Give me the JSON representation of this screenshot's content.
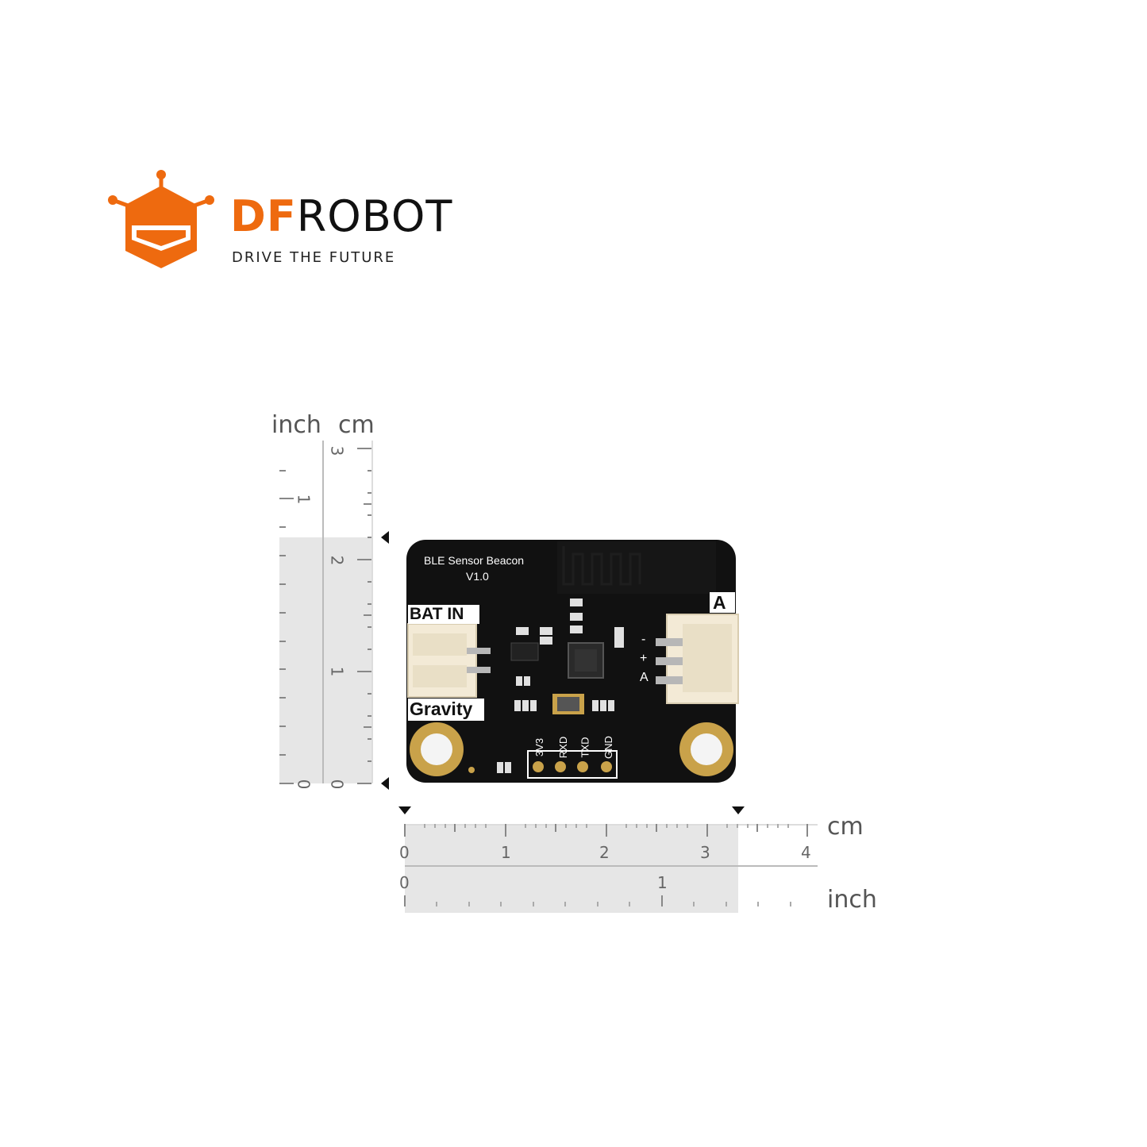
{
  "logo": {
    "brand_prefix": "DF",
    "brand_suffix": "ROBOT",
    "tagline": "DRIVE THE FUTURE",
    "brand_color": "#ee6a0f"
  },
  "ruler_vertical": {
    "unit_left": "inch",
    "unit_right": "cm",
    "inch_labels": [
      "0",
      "1"
    ],
    "cm_labels": [
      "0",
      "1",
      "2",
      "3"
    ]
  },
  "ruler_horizontal": {
    "unit_top": "cm",
    "unit_bottom": "inch",
    "cm_labels": [
      "0",
      "1",
      "2",
      "3",
      "4"
    ],
    "inch_labels": [
      "0",
      "1"
    ]
  },
  "board": {
    "title_line1": "BLE Sensor Beacon",
    "title_line2": "V1.0",
    "label_bat_in": "BAT IN",
    "label_gravity": "Gravity",
    "label_a": "A",
    "pin_minus": "-",
    "pin_plus": "+",
    "pin_a": "A",
    "header_pins": [
      "3V3",
      "RXD",
      "TXD",
      "GND"
    ],
    "color_pcb": "#111111",
    "color_connector": "#f3ead6",
    "color_gold": "#c9a24a"
  }
}
